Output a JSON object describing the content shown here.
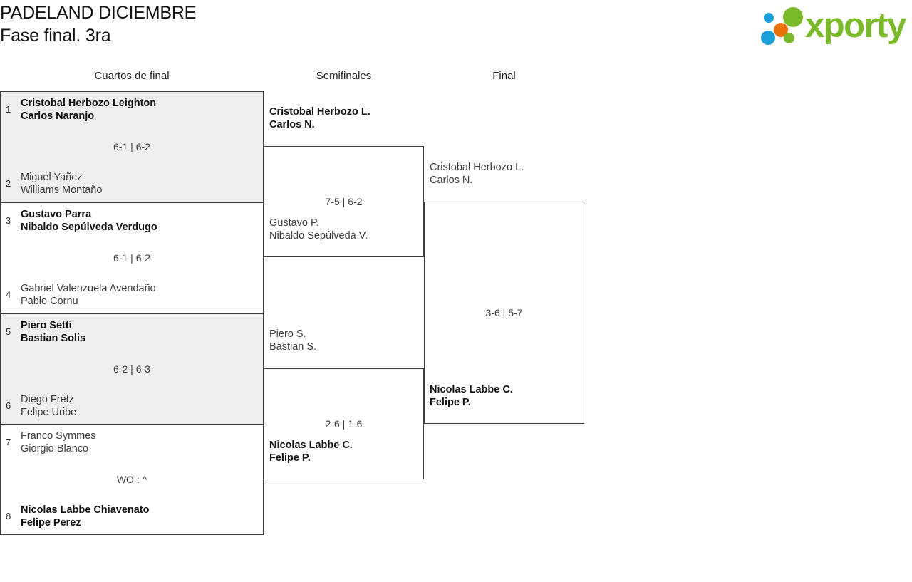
{
  "header": {
    "title_line1": "PADELAND DICIEMBRE",
    "title_line2": "Fase final. 3ra",
    "logo_word": "xporty",
    "logo_colors": {
      "green": "#7ab929",
      "blue": "#1a9fd9",
      "orange": "#e8700a"
    }
  },
  "rounds": [
    {
      "label": "Cuartos de final"
    },
    {
      "label": "Semifinales"
    },
    {
      "label": "Final"
    }
  ],
  "bracket": {
    "quarterfinals": [
      {
        "shaded": true,
        "score": "6-1 | 6-2",
        "top": {
          "seed": "1",
          "p1": "Cristobal Herbozo Leighton",
          "p2": "Carlos Naranjo",
          "winner": true
        },
        "bottom": {
          "seed": "2",
          "p1": "Miguel Yañez",
          "p2": "Williams Montaño",
          "winner": false
        }
      },
      {
        "shaded": false,
        "score": "6-1 | 6-2",
        "top": {
          "seed": "3",
          "p1": "Gustavo Parra",
          "p2": "Nibaldo Sepúlveda Verdugo",
          "winner": true
        },
        "bottom": {
          "seed": "4",
          "p1": "Gabriel Valenzuela Avendaño",
          "p2": "Pablo Cornu",
          "winner": false
        }
      },
      {
        "shaded": true,
        "score": "6-2 | 6-3",
        "top": {
          "seed": "5",
          "p1": "Piero Setti",
          "p2": "Bastian Solis",
          "winner": true
        },
        "bottom": {
          "seed": "6",
          "p1": "Diego Fretz",
          "p2": "Felipe Uribe",
          "winner": false
        }
      },
      {
        "shaded": false,
        "score": "WO : ^",
        "top": {
          "seed": "7",
          "p1": "Franco Symmes",
          "p2": "Giorgio Blanco",
          "winner": false
        },
        "bottom": {
          "seed": "8",
          "p1": "Nicolas Labbe Chiavenato",
          "p2": "Felipe Perez",
          "winner": true
        }
      }
    ],
    "semifinals": [
      {
        "score": "7-5 | 6-2",
        "top": {
          "p1": "Cristobal Herbozo L.",
          "p2": "Carlos N.",
          "winner": true
        },
        "bottom": {
          "p1": "Gustavo P.",
          "p2": "Nibaldo Sepúlveda V.",
          "winner": false
        }
      },
      {
        "score": "2-6 | 1-6",
        "top": {
          "p1": "Piero S.",
          "p2": "Bastian S.",
          "winner": false
        },
        "bottom": {
          "p1": "Nicolas Labbe C.",
          "p2": "Felipe P.",
          "winner": true
        }
      }
    ],
    "final": [
      {
        "score": "3-6 | 5-7",
        "top": {
          "p1": "Cristobal Herbozo L.",
          "p2": "Carlos N.",
          "winner": false
        },
        "bottom": {
          "p1": "Nicolas Labbe C.",
          "p2": "Felipe P.",
          "winner": true
        }
      }
    ]
  }
}
